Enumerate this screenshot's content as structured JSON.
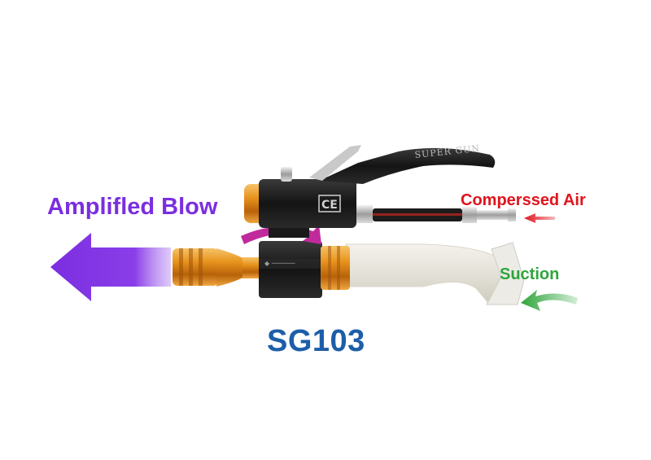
{
  "labels": {
    "amplified_blow": "Amplifled Blow",
    "compressed_air": "Comperssed Air",
    "suction": "Suction",
    "model": "SG103"
  },
  "product_markings": {
    "handle_text": "SUPER GUN",
    "ce_mark": "CE"
  },
  "colors": {
    "blow_arrow": "#7a2ee0",
    "compressed_air": "#e0141c",
    "suction": "#2ea53a",
    "model_text": "#1d5ea8",
    "anodized_orange": "#e38a1c"
  }
}
